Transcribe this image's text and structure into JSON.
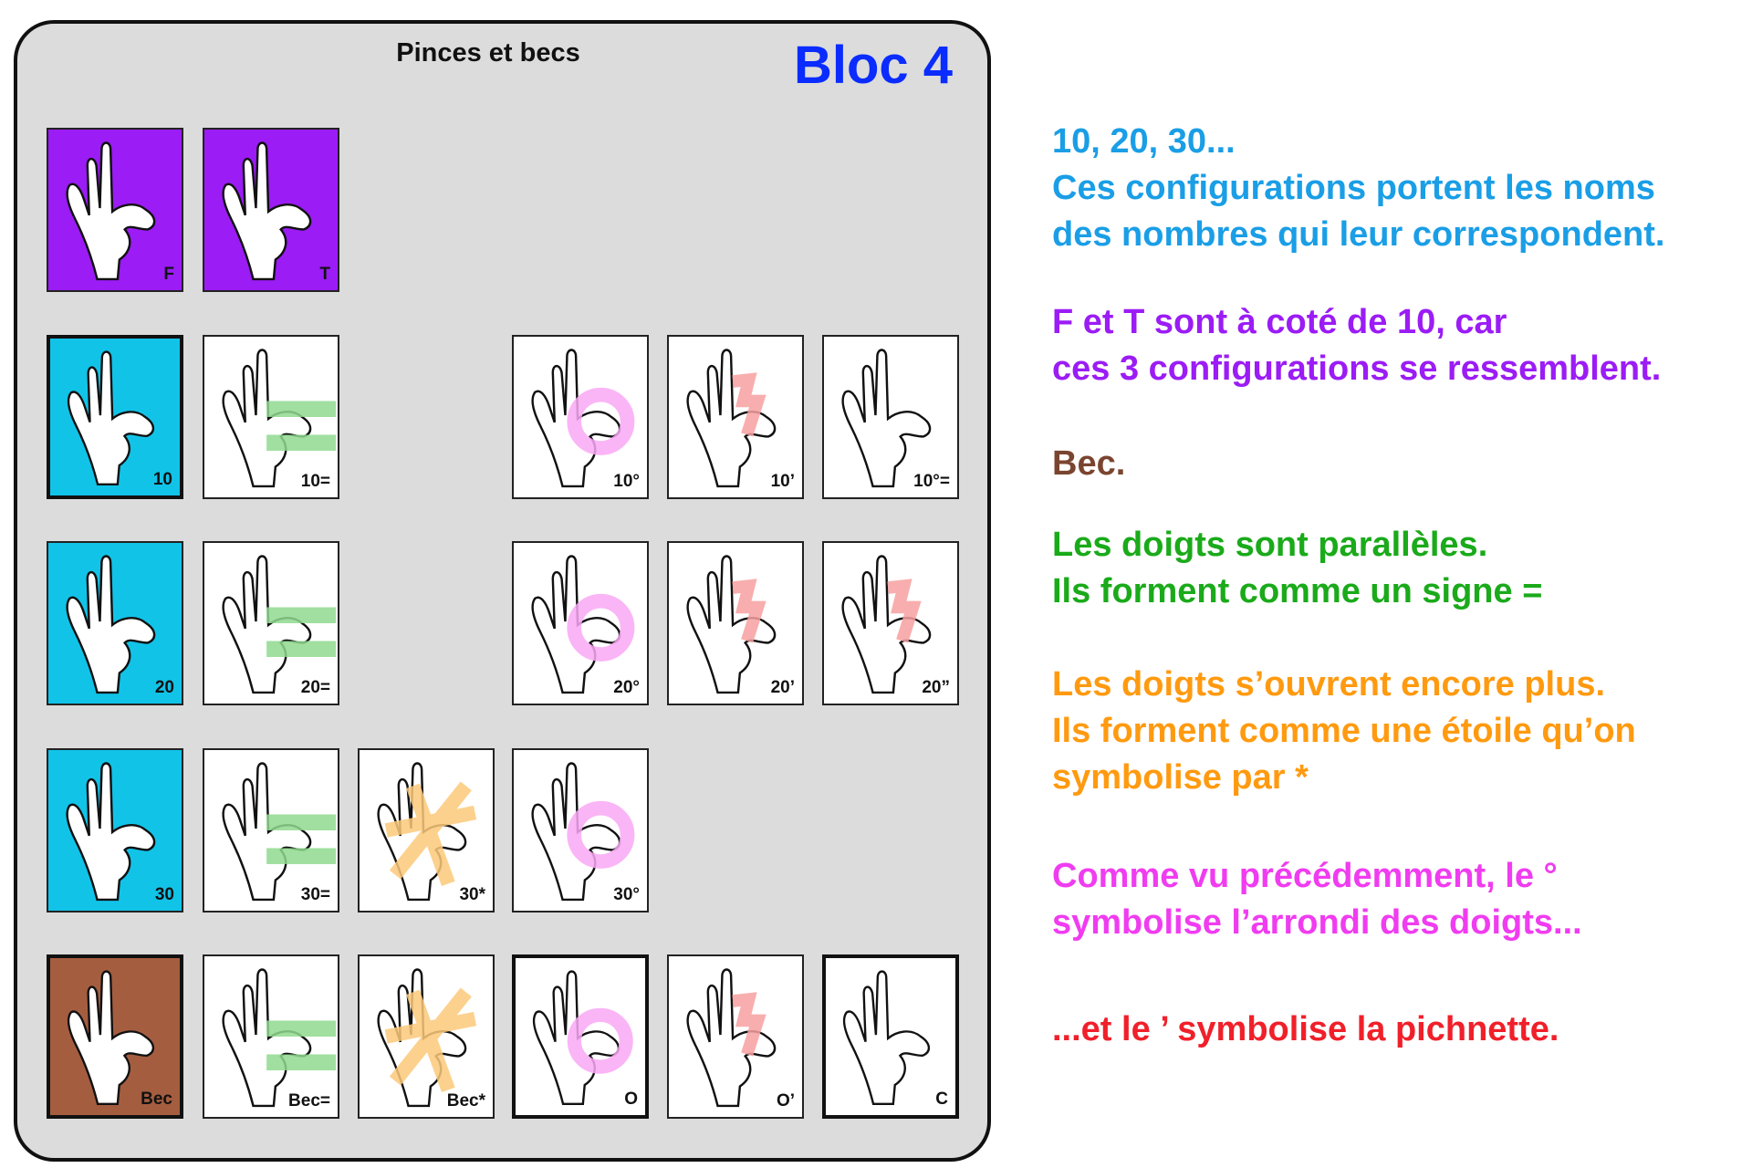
{
  "panel": {
    "title": "Pinces et becs",
    "bloc": "Bloc 4"
  },
  "colors": {
    "purple": "#9b1cf5",
    "cyan": "#12c3e8",
    "brown": "#a55d40",
    "white": "#ffffff",
    "green": "#8fd98f",
    "pink": "#f9a8f5",
    "red": "#f7a0a0",
    "orange": "#fcc97a"
  },
  "tiles": [
    {
      "label": "F",
      "bg": "purple",
      "overlay": "none",
      "row": 0,
      "col": 0,
      "bold": false
    },
    {
      "label": "T",
      "bg": "purple",
      "overlay": "none",
      "row": 0,
      "col": 1,
      "bold": false
    },
    {
      "label": "10",
      "bg": "cyan",
      "overlay": "none",
      "row": 1,
      "col": 0,
      "bold": true
    },
    {
      "label": "10=",
      "bg": "white",
      "overlay": "equals",
      "row": 1,
      "col": 1,
      "bold": false
    },
    {
      "label": "10°",
      "bg": "white",
      "overlay": "ring",
      "row": 1,
      "col": 3,
      "bold": false
    },
    {
      "label": "10’",
      "bg": "white",
      "overlay": "flick",
      "row": 1,
      "col": 4,
      "bold": false
    },
    {
      "label": "10°=",
      "bg": "white",
      "overlay": "none",
      "row": 1,
      "col": 5,
      "bold": false
    },
    {
      "label": "20",
      "bg": "cyan",
      "overlay": "none",
      "row": 2,
      "col": 0,
      "bold": false
    },
    {
      "label": "20=",
      "bg": "white",
      "overlay": "equals",
      "row": 2,
      "col": 1,
      "bold": false
    },
    {
      "label": "20°",
      "bg": "white",
      "overlay": "ring",
      "row": 2,
      "col": 3,
      "bold": false
    },
    {
      "label": "20’",
      "bg": "white",
      "overlay": "flick",
      "row": 2,
      "col": 4,
      "bold": false
    },
    {
      "label": "20”",
      "bg": "white",
      "overlay": "flick",
      "row": 2,
      "col": 5,
      "bold": false
    },
    {
      "label": "30",
      "bg": "cyan",
      "overlay": "none",
      "row": 3,
      "col": 0,
      "bold": false
    },
    {
      "label": "30=",
      "bg": "white",
      "overlay": "equals",
      "row": 3,
      "col": 1,
      "bold": false
    },
    {
      "label": "30*",
      "bg": "white",
      "overlay": "star",
      "row": 3,
      "col": 2,
      "bold": false
    },
    {
      "label": "30°",
      "bg": "white",
      "overlay": "ring",
      "row": 3,
      "col": 3,
      "bold": false
    },
    {
      "label": "Bec",
      "bg": "brown",
      "overlay": "none",
      "row": 4,
      "col": 0,
      "bold": true
    },
    {
      "label": "Bec=",
      "bg": "white",
      "overlay": "equals",
      "row": 4,
      "col": 1,
      "bold": false
    },
    {
      "label": "Bec*",
      "bg": "white",
      "overlay": "star",
      "row": 4,
      "col": 2,
      "bold": false
    },
    {
      "label": "O",
      "bg": "white",
      "overlay": "ring",
      "row": 4,
      "col": 3,
      "bold": true
    },
    {
      "label": "O’",
      "bg": "white",
      "overlay": "flick",
      "row": 4,
      "col": 4,
      "bold": false
    },
    {
      "label": "C",
      "bg": "white",
      "overlay": "none",
      "row": 4,
      "col": 5,
      "bold": true
    }
  ],
  "notes": [
    {
      "lines": [
        "10, 20, 30...",
        "Ces configurations portent les noms",
        "des nombres qui leur correspondent."
      ],
      "color": "#1a9ee6"
    },
    {
      "lines": [
        "F et T sont à coté de 10, car",
        "ces 3 configurations se ressemblent."
      ],
      "color": "#9b1cf5"
    },
    {
      "lines": [
        "Bec."
      ],
      "color": "#7a4530"
    },
    {
      "lines": [
        "Les doigts sont parallèles.",
        "Ils forment comme un signe ="
      ],
      "color": "#1aaa1a"
    },
    {
      "lines": [
        "Les doigts s’ouvrent encore plus.",
        "Ils forment comme une étoile qu’on",
        "symbolise par *"
      ],
      "color": "#ff9a10"
    },
    {
      "lines": [
        "Comme vu précédemment, le °",
        "symbolise l’arrondi des doigts..."
      ],
      "color": "#f03cf0"
    },
    {
      "lines": [
        "...et le ’ symbolise la pichnette."
      ],
      "color": "#f0202a"
    }
  ]
}
